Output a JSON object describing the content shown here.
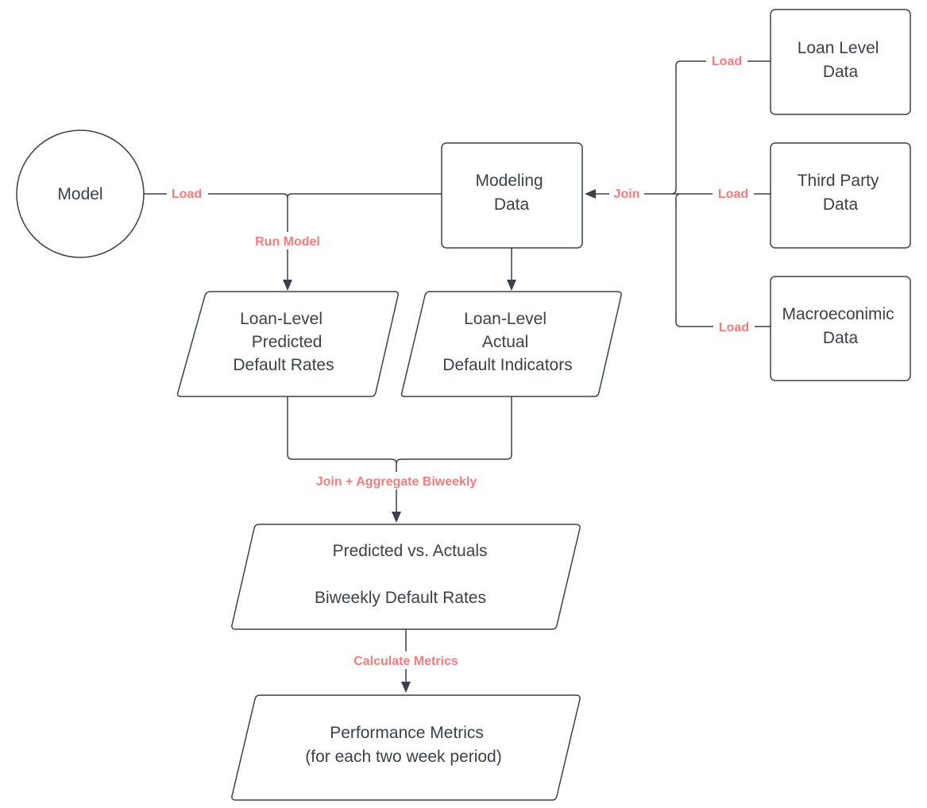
{
  "colors": {
    "stroke": "#3a414a",
    "node_text": "#3a414a",
    "edge_label": "#f47c7c",
    "background": "#ffffff"
  },
  "nodes": {
    "model": {
      "shape": "circle",
      "lines": [
        "Model"
      ]
    },
    "modeling_data": {
      "shape": "rectangle",
      "lines": [
        "Modeling",
        "Data"
      ]
    },
    "loan_level_data": {
      "shape": "rectangle",
      "lines": [
        "Loan Level",
        "Data"
      ]
    },
    "third_party_data": {
      "shape": "rectangle",
      "lines": [
        "Third Party",
        "Data"
      ]
    },
    "macro_data": {
      "shape": "rectangle",
      "lines": [
        "Macroeconimic",
        "Data"
      ]
    },
    "predicted_rates": {
      "shape": "parallelogram",
      "lines": [
        "Loan-Level",
        "Predicted",
        "Default Rates"
      ]
    },
    "actual_indicators": {
      "shape": "parallelogram",
      "lines": [
        "Loan-Level",
        "Actual",
        "Default Indicators"
      ]
    },
    "pred_vs_actuals": {
      "shape": "parallelogram",
      "lines": [
        "Predicted vs. Actuals",
        "",
        "Biweekly Default Rates"
      ]
    },
    "performance_metrics": {
      "shape": "parallelogram",
      "lines": [
        "Performance Metrics",
        "(for each two week period)"
      ]
    }
  },
  "edge_labels": {
    "load_model": "Load",
    "run_model": "Run Model",
    "join_modeling": "Join",
    "load_loan_level": "Load",
    "load_third_party": "Load",
    "load_macro": "Load",
    "join_aggregate": "Join + Aggregate Biweekly",
    "calculate_metrics": "Calculate Metrics"
  }
}
